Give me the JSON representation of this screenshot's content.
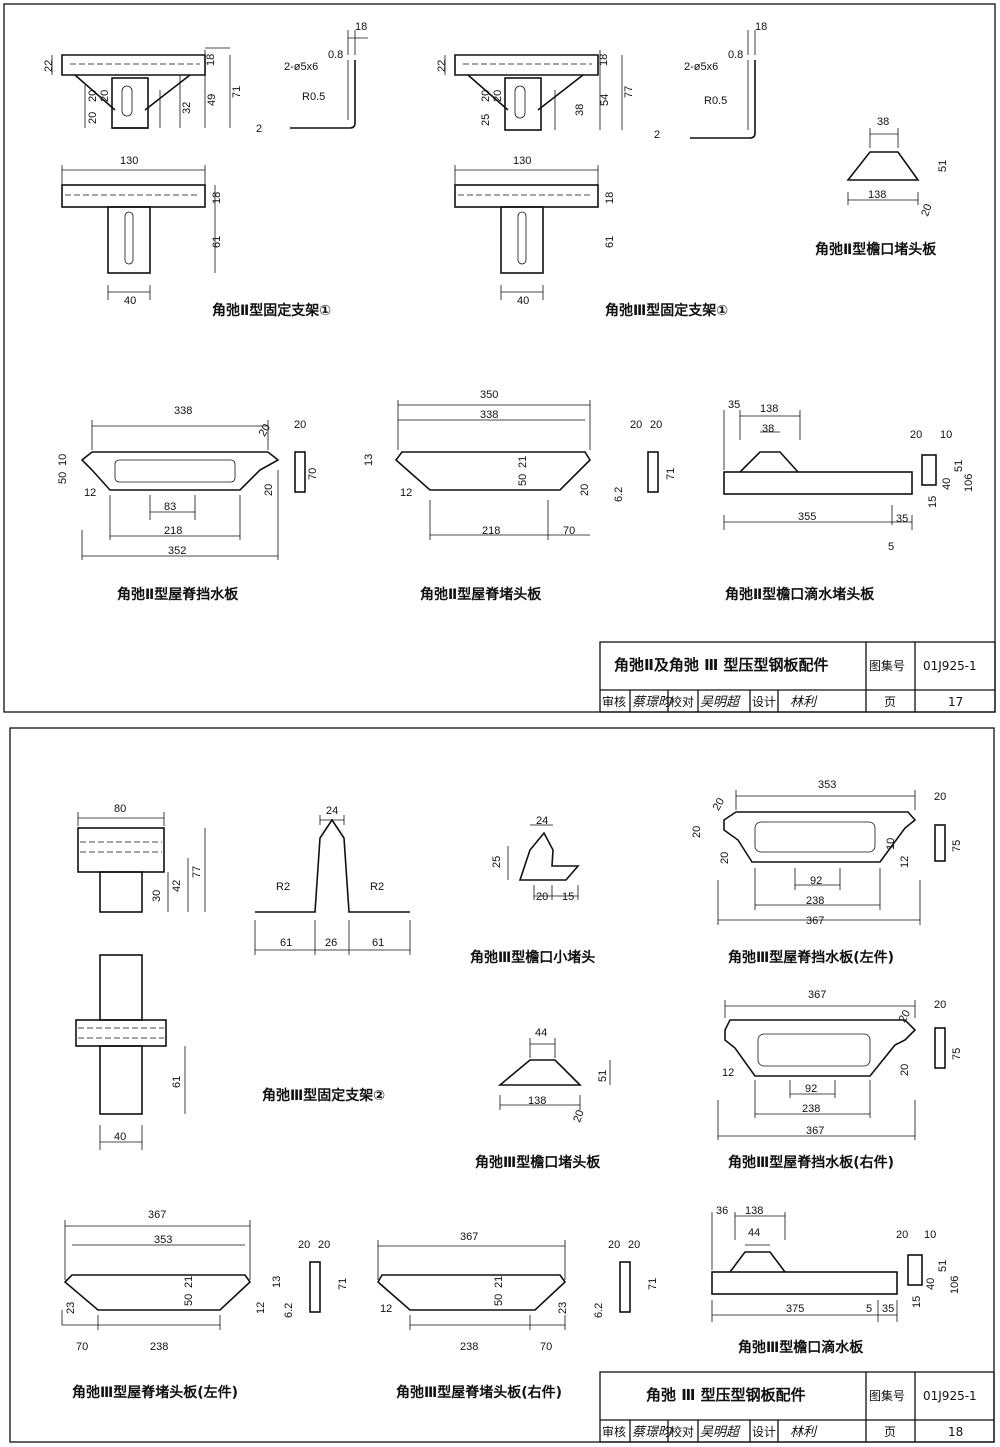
{
  "sheet1": {
    "captions": {
      "bracket_2": "角弛Ⅱ型固定支架①",
      "bracket_3": "角弛Ⅲ型固定支架①",
      "eave_plug": "角弛Ⅱ型檐口堵头板",
      "ridge_water": "角弛Ⅱ型屋脊挡水板",
      "ridge_plug": "角弛Ⅱ型屋脊堵头板",
      "eave_drip": "角弛Ⅱ型檐口滴水堵头板"
    },
    "dims": {
      "b2_22": "22",
      "b2_20a": "20",
      "b2_20b": "20",
      "b2_20c": "20",
      "b2_32": "32",
      "b2_49": "49",
      "b2_71": "71",
      "b2_18": "18",
      "b2_130": "130",
      "b2_18b": "18",
      "b2_61": "61",
      "b2_40": "40",
      "c2_18": "18",
      "c2_08": "0.8",
      "c2_hole": "2-ø5x6",
      "c2_r": "R0.5",
      "c2_2": "2",
      "b3_22": "22",
      "b3_20a": "20",
      "b3_20b": "20",
      "b3_25": "25",
      "b3_38": "38",
      "b3_54": "54",
      "b3_77": "77",
      "b3_18": "18",
      "b3_130": "130",
      "b3_18b": "18",
      "b3_61": "61",
      "b3_40": "40",
      "c3_18": "18",
      "c3_08": "0.8",
      "c3_hole": "2-ø5x6",
      "c3_r": "R0.5",
      "c3_2": "2",
      "ep_38": "38",
      "ep_138": "138",
      "ep_51": "51",
      "ep_20": "20",
      "rw_338": "338",
      "rw_83": "83",
      "rw_218": "218",
      "rw_352": "352",
      "rw_20a": "20",
      "rw_20b": "20",
      "rw_50": "50",
      "rw_10": "10",
      "rw_12": "12",
      "rw_s20": "20",
      "rw_s70": "70",
      "rp_350": "350",
      "rp_338": "338",
      "rp_13": "13",
      "rp_12": "12",
      "rp_21": "21",
      "rp_50": "50",
      "rp_20": "20",
      "rp_218": "218",
      "rp_70": "70",
      "rp_s20a": "20",
      "rp_s20b": "20",
      "rp_s71": "71",
      "rp_s62": "6.2",
      "ed_35": "35",
      "ed_138": "138",
      "ed_38": "38",
      "ed_355": "355",
      "ed_35b": "35",
      "ed_5": "5",
      "ed_20": "20",
      "ed_10": "10",
      "ed_51": "51",
      "ed_40": "40",
      "ed_15": "15",
      "ed_106": "106"
    },
    "title_block": {
      "title": "角弛Ⅱ及角弛 Ⅲ 型压型钢板配件",
      "atlas_label": "图集号",
      "atlas_no": "01J925-1",
      "review": "审核",
      "check": "校对",
      "design": "设计",
      "page_label": "页",
      "page_no": "17",
      "sig_review": "蔡璟昀",
      "sig_check": "吴明超",
      "sig_design": "林利"
    }
  },
  "sheet2": {
    "captions": {
      "bracket": "角弛Ⅲ型固定支架②",
      "small_plug": "角弛Ⅲ型檐口小堵头",
      "ridge_left": "角弛Ⅲ型屋脊挡水板(左件)",
      "eave_plug": "角弛Ⅲ型檐口堵头板",
      "ridge_right": "角弛Ⅲ型屋脊挡水板(右件)",
      "rplug_left": "角弛Ⅲ型屋脊堵头板(左件)",
      "rplug_right": "角弛Ⅲ型屋脊堵头板(右件)",
      "drip": "角弛Ⅲ型檐口滴水板"
    },
    "dims": {
      "fb_80": "80",
      "fb_30": "30",
      "fb_42": "42",
      "fb_77": "77",
      "fb_61": "61",
      "fb_40": "40",
      "pr_24": "24",
      "pr_r2a": "R2",
      "pr_r2b": "R2",
      "pr_61a": "61",
      "pr_26": "26",
      "pr_61b": "61",
      "sp_24": "24",
      "sp_25": "25",
      "sp_20": "20",
      "sp_15": "15",
      "rl_353": "353",
      "rl_20a": "20",
      "rl_20b": "20",
      "rl_20c": "20",
      "rl_10": "10",
      "rl_12": "12",
      "rl_92": "92",
      "rl_238": "238",
      "rl_367": "367",
      "rl_s20": "20",
      "rl_s75": "75",
      "ep_44": "44",
      "ep_138": "138",
      "ep_51": "51",
      "ep_20": "20",
      "rr_367": "367",
      "rr_20a": "20",
      "rr_20b": "20",
      "rr_12": "12",
      "rr_92": "92",
      "rr_238": "238",
      "rr_367b": "367",
      "rr_s20": "20",
      "rr_s75": "75",
      "pl_367": "367",
      "pl_353": "353",
      "pl_21": "21",
      "pl_50": "50",
      "pl_23": "23",
      "pl_12": "12",
      "pl_13": "13",
      "pl_70": "70",
      "pl_238": "238",
      "pl_s20a": "20",
      "pl_s20b": "20",
      "pl_s71": "71",
      "pl_s62": "6.2",
      "pq_367": "367",
      "pq_21": "21",
      "pq_50": "50",
      "pq_12": "12",
      "pq_23": "23",
      "pq_238": "238",
      "pq_70": "70",
      "pq_s20a": "20",
      "pq_s20b": "20",
      "pq_s71": "71",
      "pq_s62": "6.2",
      "dr_36": "36",
      "dr_138": "138",
      "dr_44": "44",
      "dr_375": "375",
      "dr_5": "5",
      "dr_35": "35",
      "dr_20": "20",
      "dr_10": "10",
      "dr_51": "51",
      "dr_40": "40",
      "dr_15": "15",
      "dr_106": "106"
    },
    "title_block": {
      "title": "角弛 Ⅲ 型压型钢板配件",
      "atlas_label": "图集号",
      "atlas_no": "01J925-1",
      "review": "审核",
      "check": "校对",
      "design": "设计",
      "page_label": "页",
      "page_no": "18",
      "sig_review": "蔡璟昀",
      "sig_check": "吴明超",
      "sig_design": "林利"
    }
  }
}
